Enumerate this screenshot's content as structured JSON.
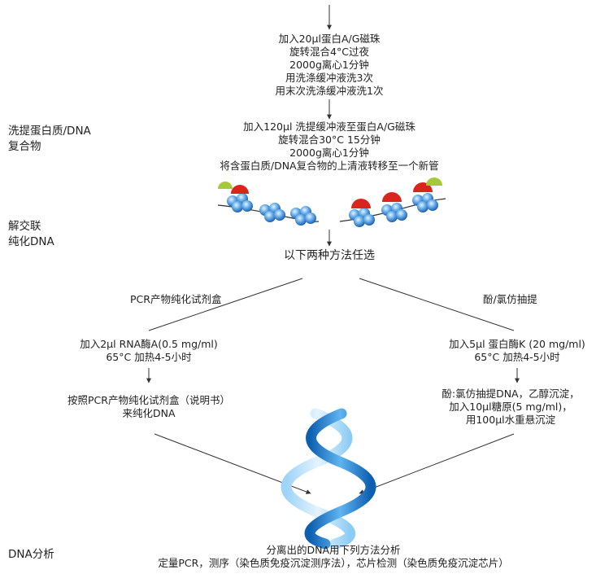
{
  "side_labels": {
    "wash": [
      "洗提蛋白质/DNA",
      "复合物"
    ],
    "reverse": [
      "解交联",
      "纯化DNA"
    ],
    "analysis": "DNA分析"
  },
  "steps": {
    "beads": [
      "加入20µl蛋白A/G磁珠",
      "旋转混合4°C过夜",
      "2000g离心1分钟",
      "用洗涤缓冲液洗3次",
      "用末次洗涤缓冲液洗1次"
    ],
    "elute": [
      "加入120µl 洗提缓冲液至蛋白A/G磁珠",
      "旋转混合30°C 15分钟",
      "2000g离心1分钟",
      "将含蛋白质/DNA复合物的上清液转移至一个新管"
    ],
    "choose": "以下两种方法任选",
    "left_branch_label": "PCR产物纯化试剂盒",
    "right_branch_label": "酚/氯仿抽提",
    "left_step1": [
      "加入2µl RNA酶A(0.5 mg/ml)",
      "65°C 加热4-5小时"
    ],
    "right_step1": [
      "加入5µl 蛋白酶K (20 mg/ml)",
      "65°C 加热4-5小时"
    ],
    "left_step2": [
      "按照PCR产物纯化试剂盒（说明书）",
      "来纯化DNA"
    ],
    "right_step2": [
      "酚:氯仿抽提DNA，乙醇沉淀，",
      "加入10µl糖原(5 mg/ml)，",
      "用100µl水重悬沉淀"
    ],
    "final": [
      "分离出的DNA用下列方法分析",
      "定量PCR，测序（染色质免疫沉淀测序法），芯片检测（染色质免疫沉淀芯片）"
    ]
  },
  "colors": {
    "nucleosome": "#3a8fd8",
    "antibody_red": "#d8261e",
    "antibody_green": "#a6c93a",
    "helix": "#2b8fd6"
  }
}
